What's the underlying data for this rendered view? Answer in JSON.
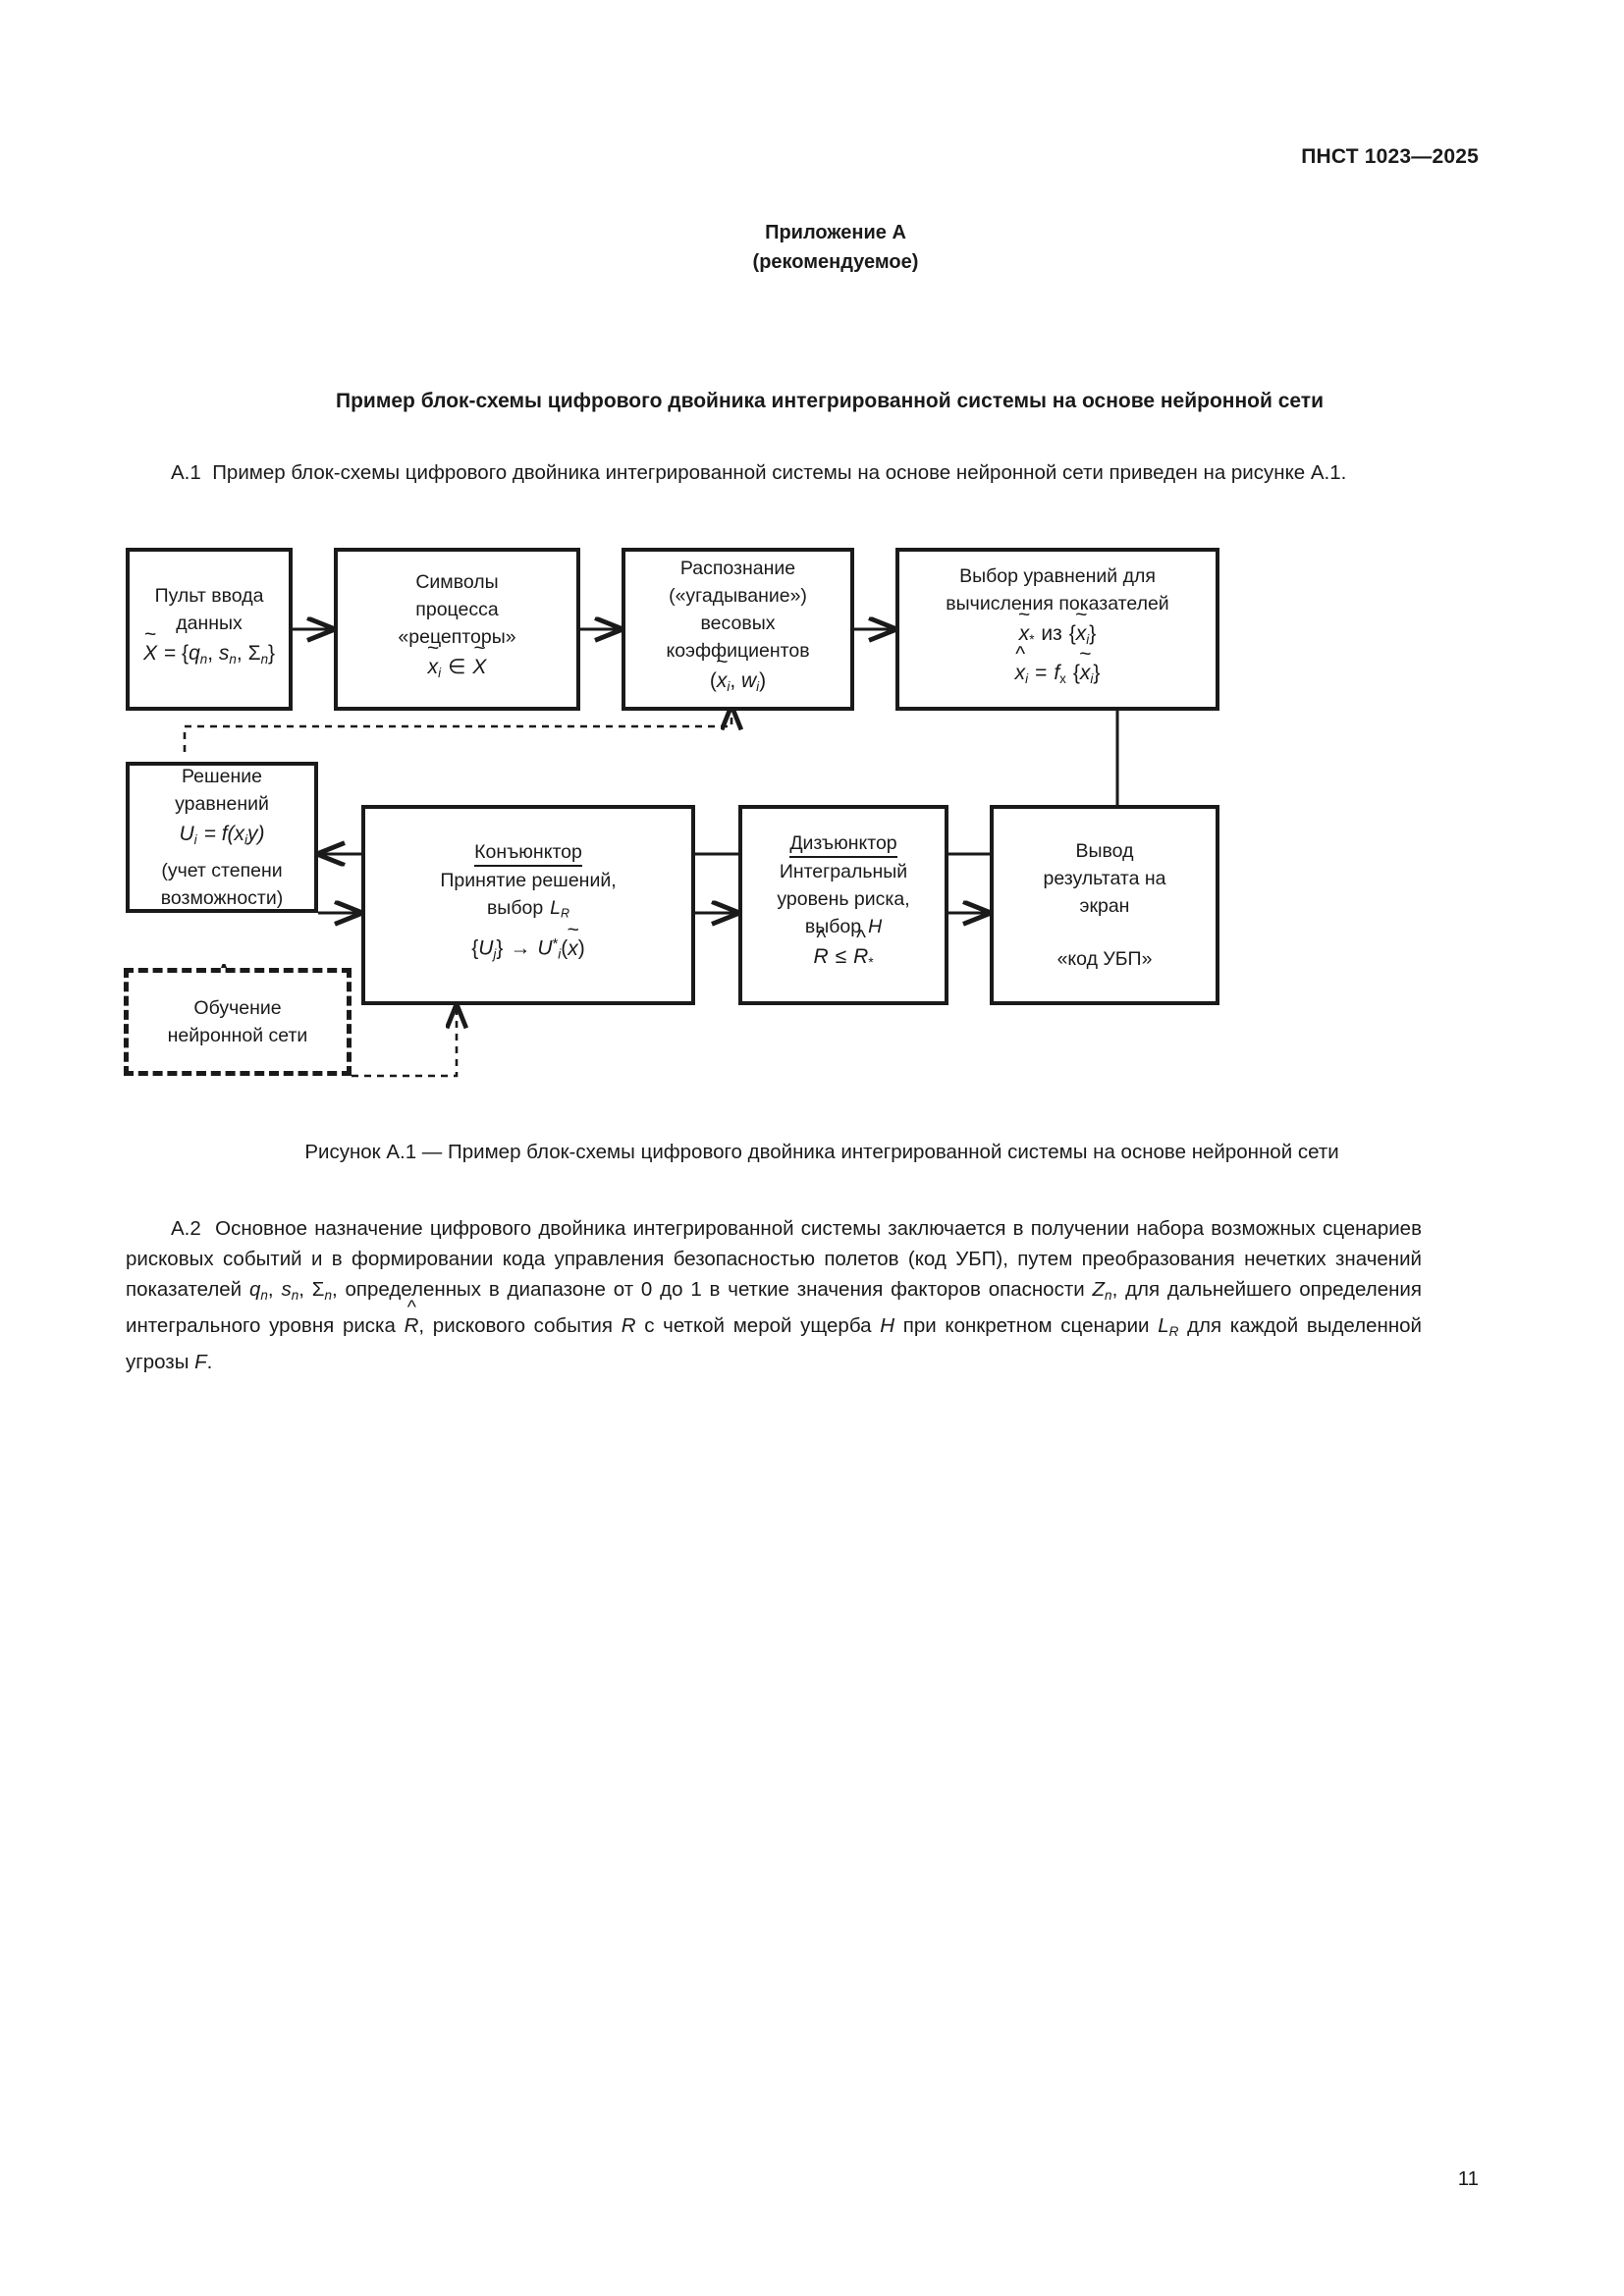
{
  "header": {
    "standard_id": "ПНСТ 1023—2025"
  },
  "annex": {
    "title": "Приложение А",
    "subtitle": "(рекомендуемое)"
  },
  "section_heading": "Пример блок-схемы цифрового двойника интегрированной системы на основе нейронной сети",
  "paragraphs": {
    "a1_num": "А.1",
    "a1_text_1": "Пример блок-схемы цифрового двойника интегрированной системы на основе нейронной сети приведен на рисунке А.1.",
    "a2_num": "А.2",
    "a2_part1": "Основное назначение цифрового двойника интегрированной системы заключается в получении набора возможных сценариев рисковых событий и в формировании кода управления безопасностью полетов (код УБП), путем преобразования нечетких значений показателей ",
    "a2_q": "q",
    "a2_q_sub": "n",
    "a2_s": "s",
    "a2_s_sub": "n",
    "a2_sigma": "Σ",
    "a2_sigma_sub": "n",
    "a2_part2": ", определенных в диапазоне от 0 до 1 в четкие значения факторов опасности ",
    "a2_z": "Z",
    "a2_z_sub": "n",
    "a2_part3": ", для дальнейшего определения интегрального уровня риска ",
    "a2_rhat": "R",
    "a2_part4": ", рискового события ",
    "a2_r": "R",
    "a2_part5": " с четкой мерой ущерба ",
    "a2_h": "H",
    "a2_part6": " при конкретном сценарии ",
    "a2_l": "L",
    "a2_l_sub": "R",
    "a2_part7": " для каждой выделенной угрозы ",
    "a2_f": "F",
    "a2_part8": "."
  },
  "figure": {
    "caption": "Рисунок А.1 — Пример блок-схемы цифрового двойника интегрированной системы на основе нейронной сети",
    "boxes": {
      "input_console": {
        "line1": "Пульт ввода",
        "line2": "данных",
        "formula_x": "X",
        "formula_eq": "= {",
        "formula_q": "q",
        "formula_q_sub": "n",
        "formula_comma1": ", ",
        "formula_s": "s",
        "formula_s_sub": "n",
        "formula_comma2": ", ",
        "formula_sigma": "Σ",
        "formula_sigma_sub": "n",
        "formula_close": "}"
      },
      "process_symbols": {
        "line1": "Символы",
        "line2": "процесса",
        "line3": "«рецепторы»",
        "f_x": "x",
        "f_x_sub": "i",
        "f_in": "∈",
        "f_X": "X"
      },
      "recognition": {
        "line1": "Распознание",
        "line2": "(«угадывание»)",
        "line3": "весовых",
        "line4": "коэффициентов",
        "f_open": "(",
        "f_x": "x",
        "f_x_sub": "i",
        "f_comma": ", ",
        "f_w": "w",
        "f_w_sub": "i",
        "f_close": ")"
      },
      "equation_choice": {
        "line1": "Выбор уравнений для",
        "line2": "вычисления показателей",
        "f1_x": "x",
        "f1_star": "*",
        "f1_iz": "из",
        "f1_open": "{",
        "f1_xi": "x",
        "f1_xi_sub": "i",
        "f1_close": "}",
        "f2_xhat": "x",
        "f2_xhat_sub": "i",
        "f2_eq": "=",
        "f2_f": "f",
        "f2_f_sub": "x",
        "f2_open": "{",
        "f2_xt": "x",
        "f2_xt_sub": "i",
        "f2_close": "}"
      },
      "equation_solving": {
        "line1": "Решение  уравнений",
        "f_U": "U",
        "f_U_sub": "i",
        "f_eq": "= f(",
        "f_x": "x",
        "f_x_sub": "i",
        "f_y": "y",
        "f_close": ")",
        "line3": "(учет степени",
        "line4": "возможности)"
      },
      "conjunctor": {
        "title": "Конъюнктор",
        "line1": "Принятие решений,",
        "line2_pre": "выбор",
        "line2_L": "L",
        "line2_L_sub": "R",
        "f_open": "{",
        "f_U": "U",
        "f_U_sub": "j",
        "f_close1": "}",
        "f_arrow": "→",
        "f_U2": "U",
        "f_U2_sub": "i",
        "f_star": "*",
        "f_open2": "(",
        "f_x": "x",
        "f_close2": ")"
      },
      "disjunctor": {
        "title": "Дизъюнктор",
        "line1": "Интегральный",
        "line2": "уровень риска,",
        "line3_pre": "выбор",
        "line3_H": "H",
        "f_R": "R",
        "f_le": "≤",
        "f_R2": "R",
        "f_star": "*"
      },
      "output": {
        "line1": "Вывод",
        "line2": "результата на",
        "line3": "экран",
        "line4": "«код УБП»"
      },
      "training": {
        "line1": "Обучение",
        "line2": "нейронной сети"
      }
    }
  },
  "page_number": "11",
  "colors": {
    "ink": "#1a1a1a",
    "paper": "#ffffff"
  }
}
